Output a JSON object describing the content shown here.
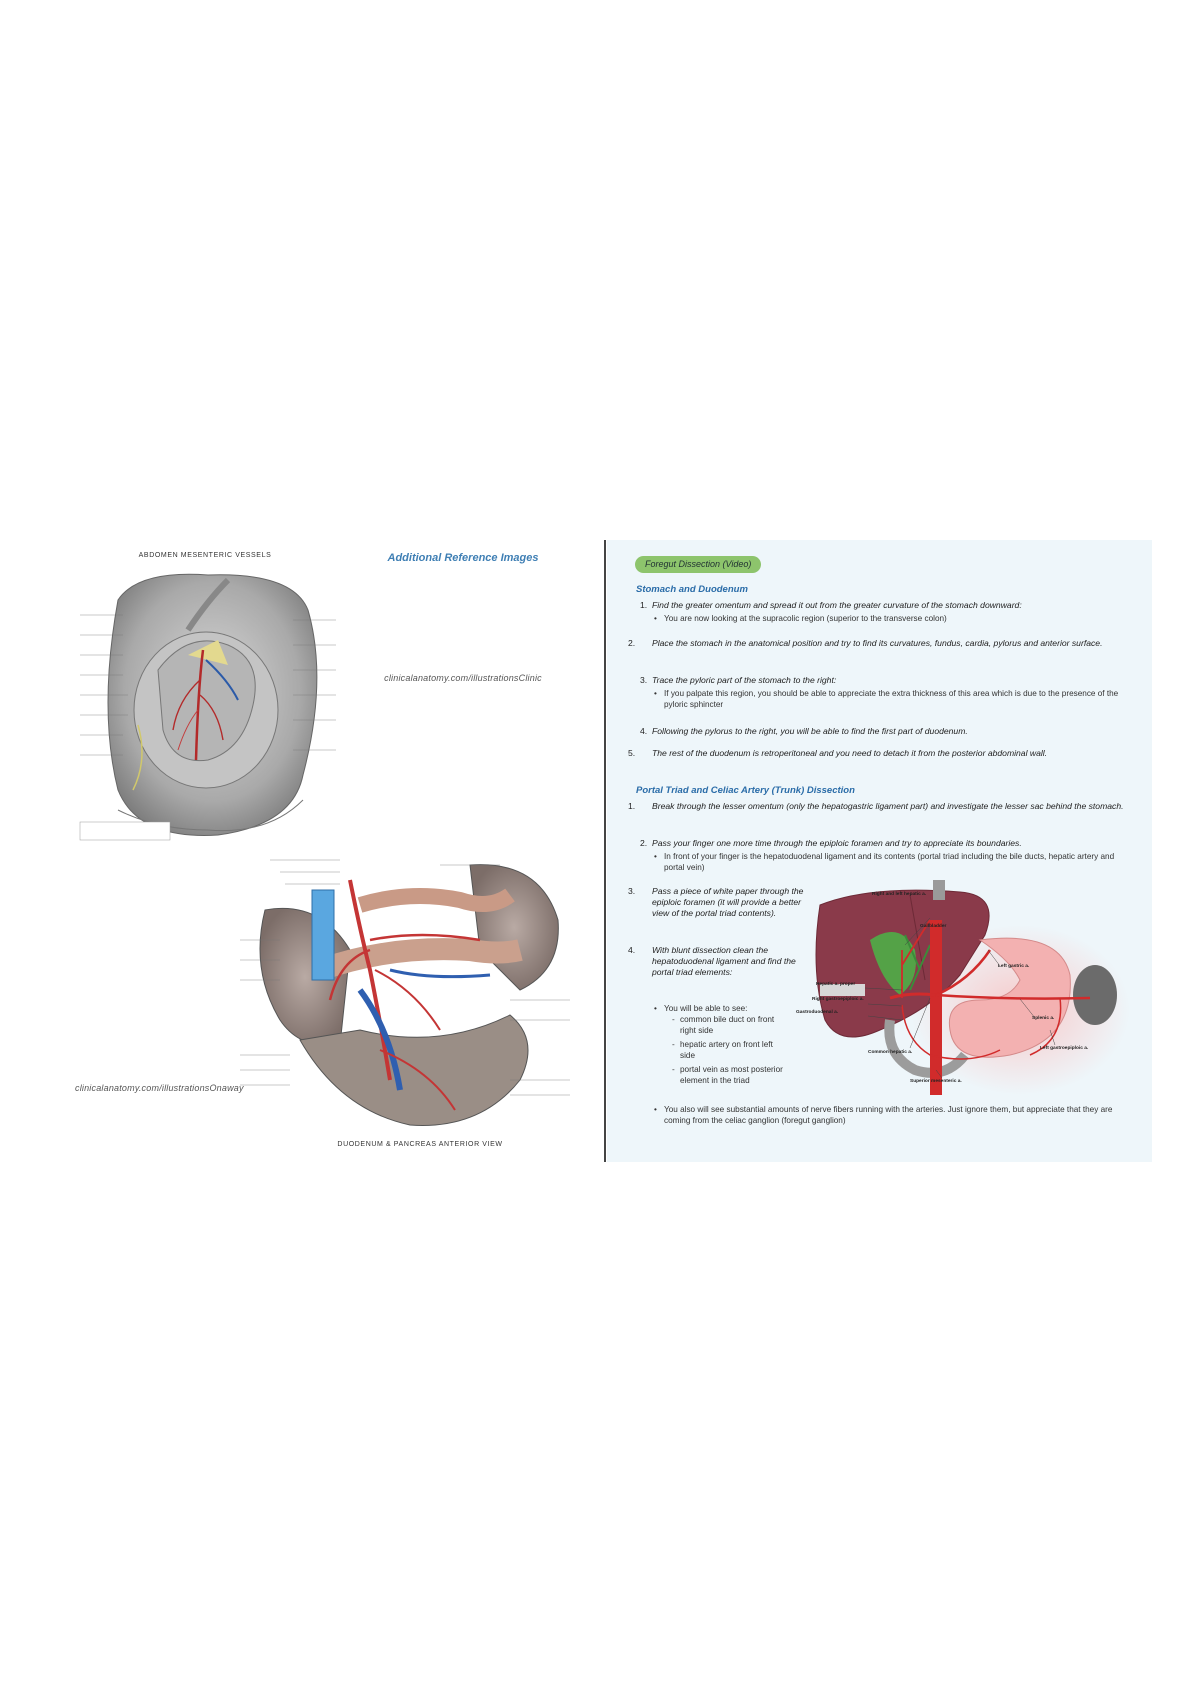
{
  "left_page": {
    "title": "Additional Reference Images",
    "figure1": {
      "title": "ABDOMEN MESENTERIC VESSELS",
      "credit": "clinicalanatomy.com/illustrationsClinic"
    },
    "figure2": {
      "title": "DUODENUM & PANCREAS    ANTERIOR VIEW",
      "credit": "clinicalanatomy.com/illustrationsOnaway"
    }
  },
  "right_page": {
    "video_pill": "Foregut Dissection (Video)",
    "section1": {
      "heading": "Stomach and Duodenum",
      "steps": [
        {
          "num": "1.",
          "text": "Find the greater omentum and spread it out from the greater curvature of the stomach downward:",
          "subs": [
            "You are now looking at the supracolic region (superior to the transverse colon)"
          ]
        },
        {
          "num": "2.",
          "text": "Place the stomach in the anatomical position and try to find its curvatures, fundus, cardia, pylorus and anterior surface.",
          "subs": []
        },
        {
          "num": "3.",
          "text": "Trace the pyloric part of the stomach to the right:",
          "subs": [
            "If you palpate this region, you should be able to appreciate the extra thickness of this area which is due to the presence of the pyloric sphincter"
          ]
        },
        {
          "num": "4.",
          "text": "Following the pylorus to the right, you will be able to find the first part of duodenum.",
          "subs": []
        },
        {
          "num": "5.",
          "text": "The rest of the duodenum is retroperitoneal and you need to detach it from the posterior abdominal wall.",
          "subs": []
        }
      ]
    },
    "section2": {
      "heading": "Portal Triad and Celiac Artery (Trunk) Dissection",
      "step1": {
        "num": "1.",
        "text": "Break through the lesser omentum (only the hepatogastric ligament part) and investigate the lesser sac behind the stomach."
      },
      "step2": {
        "num": "2.",
        "text": "Pass your finger one more time through the epiploic foramen and try to appreciate its boundaries.",
        "sub": "In front of your finger is the hepatoduodenal ligament and its contents (portal triad including the bile ducts, hepatic artery and portal vein)"
      },
      "step3": {
        "num": "3.",
        "text": "Pass a piece of white paper through the epiploic foramen (it will provide a better view of the portal triad contents)."
      },
      "step4": {
        "num": "4.",
        "text": "With blunt dissection clean the hepatoduodenal ligament and find the portal triad elements:",
        "sub": "You will be able to see:",
        "dashes": [
          "common bile duct on front right side",
          "hepatic artery on front left side",
          "portal vein as most posterior element in the triad"
        ]
      },
      "final_bullet": "You also will see substantial amounts of nerve fibers running with the arteries. Just ignore them, but appreciate that they are coming from the celiac ganglion (foregut ganglion)"
    },
    "diagram_labels": {
      "top": "Right and left hepatic a.",
      "gallbladder": "Gallbladder",
      "left_gastric": "Left gastric a.",
      "hepatic_proper": "Hepatic a. proper",
      "right_gastroepiploic": "Right gastroepiploic a.",
      "gastroduodenal": "Gastroduodenal a.",
      "splenic": "Splenic a.",
      "common_hepatic": "Common hepatic a.",
      "left_gastroepiploic": "Left gastroepiploic a.",
      "superior_mesenteric": "Superior mesenteric a."
    }
  }
}
